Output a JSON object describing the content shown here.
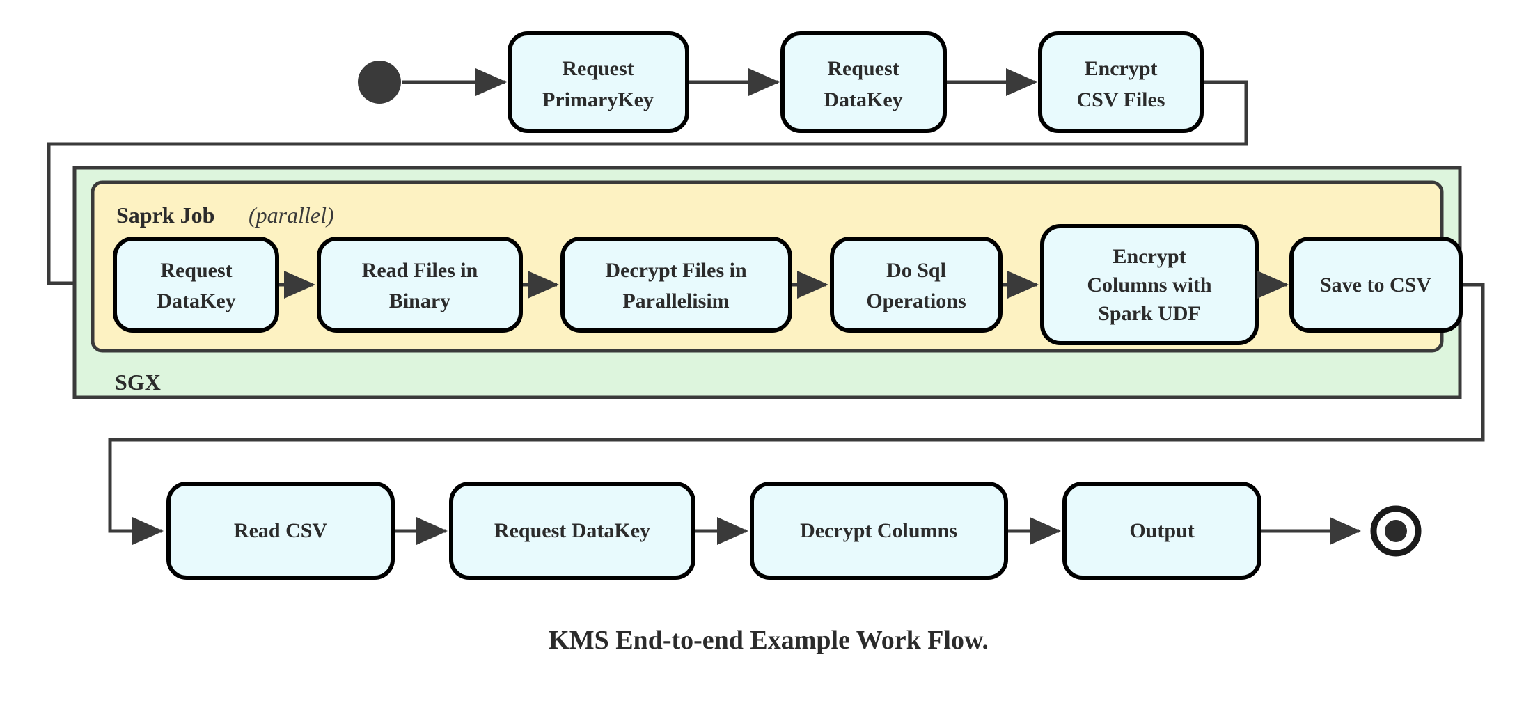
{
  "diagram": {
    "caption": "KMS End-to-end Example Work Flow.",
    "colors": {
      "node_fill": "#e8fafd",
      "node_stroke": "#000000",
      "sgx_container_fill": "#ddf5dd",
      "spark_container_fill": "#fdf2c2",
      "line": "#3a3a3a",
      "text": "#2b2b2b",
      "background": "#ffffff"
    },
    "containers": [
      {
        "id": "sgx",
        "label": "SGX",
        "label_position": "bottom-left"
      },
      {
        "id": "spark-job",
        "label": "Saprk Job",
        "label_suffix": "(parallel)",
        "label_position": "top-left"
      }
    ],
    "markers": [
      {
        "id": "start-node",
        "type": "initial-state",
        "shape": "filled-circle"
      },
      {
        "id": "end-node",
        "type": "final-state",
        "shape": "ringed-circle"
      }
    ],
    "rows": [
      {
        "id": "top-row",
        "nodes": [
          {
            "id": "request-primarykey",
            "lines": [
              "Request",
              "PrimaryKey"
            ]
          },
          {
            "id": "request-datakey-top",
            "lines": [
              "Request",
              "DataKey"
            ]
          },
          {
            "id": "encrypt-csv-files",
            "lines": [
              "Encrypt",
              "CSV Files"
            ]
          }
        ]
      },
      {
        "id": "spark-row",
        "nodes": [
          {
            "id": "request-datakey-spark",
            "lines": [
              "Request",
              "DataKey"
            ]
          },
          {
            "id": "read-files-in-binary",
            "lines": [
              "Read Files in",
              "Binary"
            ]
          },
          {
            "id": "decrypt-files-in-parallelisim",
            "lines": [
              "Decrypt Files in",
              "Parallelisim"
            ]
          },
          {
            "id": "do-sql-operations",
            "lines": [
              "Do Sql",
              "Operations"
            ]
          },
          {
            "id": "encrypt-columns-with-spark-udf",
            "lines": [
              "Encrypt",
              "Columns with",
              "Spark UDF"
            ]
          },
          {
            "id": "save-to-csv",
            "lines": [
              "Save to CSV"
            ]
          }
        ]
      },
      {
        "id": "bottom-row",
        "nodes": [
          {
            "id": "read-csv",
            "lines": [
              "Read CSV"
            ]
          },
          {
            "id": "request-datakey-bottom",
            "lines": [
              "Request DataKey"
            ]
          },
          {
            "id": "decrypt-columns",
            "lines": [
              "Decrypt Columns"
            ]
          },
          {
            "id": "output",
            "lines": [
              "Output"
            ]
          }
        ]
      }
    ],
    "edges": [
      {
        "from": "start-node",
        "to": "request-primarykey"
      },
      {
        "from": "request-primarykey",
        "to": "request-datakey-top"
      },
      {
        "from": "request-datakey-top",
        "to": "encrypt-csv-files"
      },
      {
        "from": "encrypt-csv-files",
        "to": "request-datakey-spark",
        "routing": "right-down-left-down-right"
      },
      {
        "from": "request-datakey-spark",
        "to": "read-files-in-binary"
      },
      {
        "from": "read-files-in-binary",
        "to": "decrypt-files-in-parallelisim"
      },
      {
        "from": "decrypt-files-in-parallelisim",
        "to": "do-sql-operations"
      },
      {
        "from": "do-sql-operations",
        "to": "encrypt-columns-with-spark-udf"
      },
      {
        "from": "encrypt-columns-with-spark-udf",
        "to": "save-to-csv"
      },
      {
        "from": "save-to-csv",
        "to": "read-csv",
        "routing": "right-down-left-down-right"
      },
      {
        "from": "read-csv",
        "to": "request-datakey-bottom"
      },
      {
        "from": "request-datakey-bottom",
        "to": "decrypt-columns"
      },
      {
        "from": "decrypt-columns",
        "to": "output"
      },
      {
        "from": "output",
        "to": "end-node"
      }
    ]
  }
}
